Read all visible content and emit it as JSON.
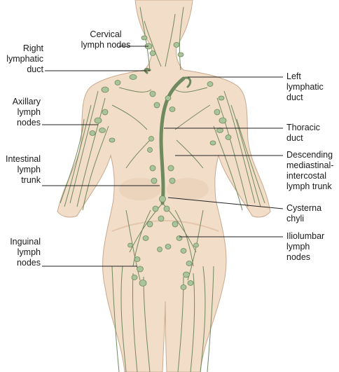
{
  "labels": {
    "cervical": "Cervical\nlymph nodes",
    "right_duct": "Right\nlymphatic\nduct",
    "axillary": "Axillary\nlymph\nnodes",
    "intestinal": "Intestinal\nlymph\ntrunk",
    "inguinal": "Inguinal\nlymph\nnodes",
    "left_duct": "Left\nlymphatic\nduct",
    "thoracic": "Thoracic\nduct",
    "descending": "Descending\nmediastinal-\nintercostal\nlymph trunk",
    "cysterna": "Cysterna\nchyli",
    "iliolumbar": "Iliolumbar\nlymph\nnodes"
  },
  "colors": {
    "skin": "#f2ddc8",
    "skin_shade": "#e6cbb2",
    "outline": "#c9a98e",
    "vessel": "#6f8a5e",
    "node": "#a9c39a",
    "leader": "#222222"
  }
}
